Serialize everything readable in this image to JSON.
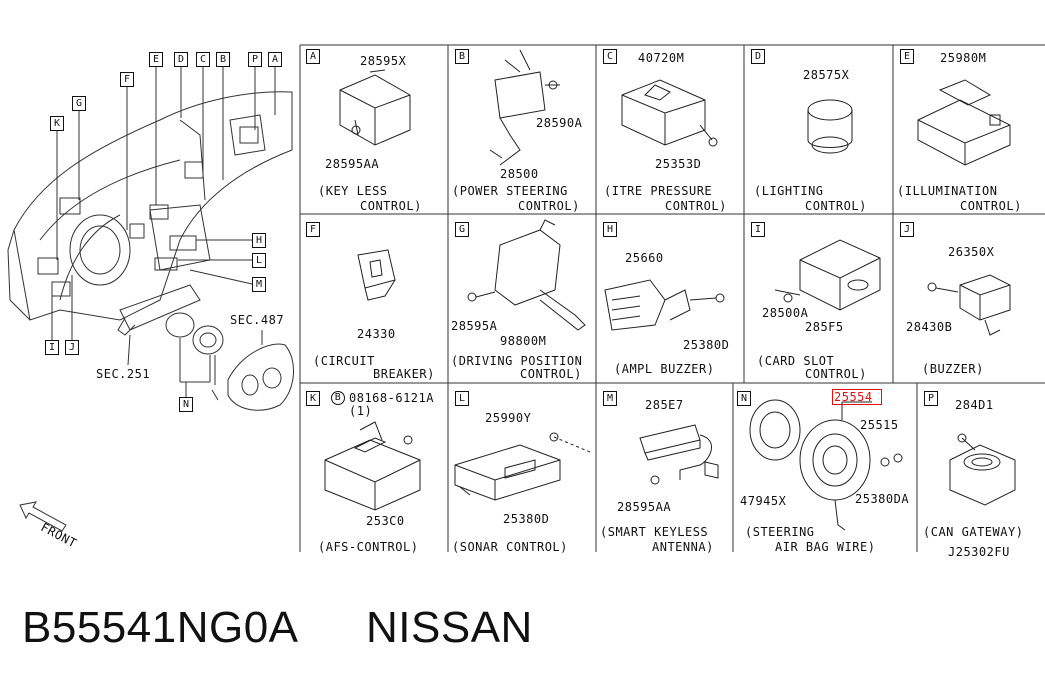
{
  "diagram": {
    "left": {
      "letters": [
        "E",
        "D",
        "C",
        "B",
        "P",
        "A",
        "F",
        "G",
        "K",
        "H",
        "L",
        "M",
        "I",
        "J",
        "N"
      ],
      "sec_487": "SEC.487",
      "sec_251": "SEC.251",
      "front": "FRONT"
    },
    "panels": {
      "A": {
        "letter": "A",
        "parts": [
          "28595X",
          "28595AA"
        ],
        "caption": [
          "(KEY LESS",
          "CONTROL)"
        ]
      },
      "B": {
        "letter": "B",
        "parts": [
          "28590A",
          "28500"
        ],
        "caption": [
          "(POWER STEERING",
          "CONTROL)"
        ]
      },
      "C": {
        "letter": "C",
        "parts": [
          "40720M",
          "25353D"
        ],
        "caption": [
          "(ITRE PRESSURE",
          "CONTROL)"
        ]
      },
      "D": {
        "letter": "D",
        "parts": [
          "28575X"
        ],
        "caption": [
          "(LIGHTING",
          "CONTROL)"
        ]
      },
      "E": {
        "letter": "E",
        "parts": [
          "25980M"
        ],
        "caption": [
          "(ILLUMINATION",
          "CONTROL)"
        ]
      },
      "F": {
        "letter": "F",
        "parts": [
          "24330"
        ],
        "caption": [
          "(CIRCUIT",
          "BREAKER)"
        ]
      },
      "G": {
        "letter": "G",
        "parts": [
          "28595A",
          "98800M"
        ],
        "caption": [
          "(DRIVING POSITION",
          "CONTROL)"
        ]
      },
      "H": {
        "letter": "H",
        "parts": [
          "25660",
          "25380D"
        ],
        "caption": [
          "(AMPL BUZZER)"
        ]
      },
      "I": {
        "letter": "I",
        "parts": [
          "28500A",
          "285F5"
        ],
        "caption": [
          "(CARD SLOT",
          "CONTROL)"
        ]
      },
      "J": {
        "letter": "J",
        "parts": [
          "26350X",
          "28430B"
        ],
        "caption": [
          "(BUZZER)"
        ]
      },
      "K": {
        "letter": "K",
        "parts": [
          "08168-6121A",
          "(1)",
          "253C0"
        ],
        "bolt": "B",
        "caption": [
          "(AFS-CONTROL)"
        ]
      },
      "L": {
        "letter": "L",
        "parts": [
          "25990Y",
          "25380D"
        ],
        "caption": [
          "(SONAR CONTROL)"
        ]
      },
      "M": {
        "letter": "M",
        "parts": [
          "285E7",
          "28595AA"
        ],
        "caption": [
          "(SMART KEYLESS",
          "ANTENNA)"
        ]
      },
      "N": {
        "letter": "N",
        "parts": [
          "25554",
          "25515",
          "47945X",
          "25380DA"
        ],
        "caption": [
          "(STEERING",
          "AIR BAG WIRE)"
        ]
      },
      "P": {
        "letter": "P",
        "parts": [
          "284D1"
        ],
        "caption": [
          "(CAN GATEWAY)"
        ]
      }
    },
    "drawing_code": "J25302FU",
    "highlight_color": "#e01010"
  },
  "footer": {
    "part_number": "B55541NG0A",
    "brand": "NISSAN"
  }
}
